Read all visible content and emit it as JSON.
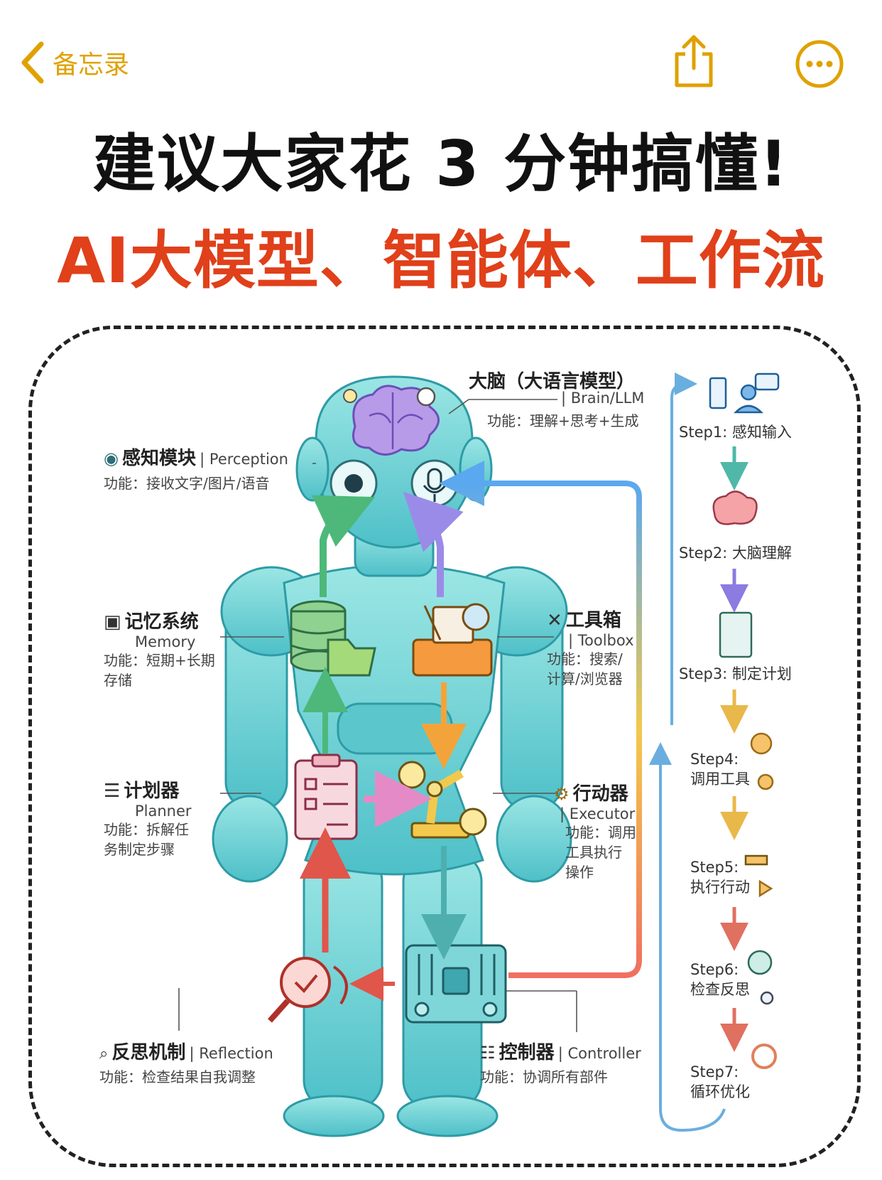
{
  "nav": {
    "back_label": "备忘录"
  },
  "headline": {
    "line1": "建议大家花 3 分钟搞懂!",
    "line2": "AI大模型、智能体、工作流"
  },
  "labels": {
    "brain": {
      "zh": "大脑（大语言模型）",
      "en": "| Brain/LLM",
      "desc": "功能：理解+思考+生成"
    },
    "perception": {
      "zh": "感知模块",
      "en": "| Perception",
      "desc": "功能：接收文字/图片/语音"
    },
    "memory": {
      "zh": "记忆系统",
      "en": "Memory",
      "desc1": "功能：短期+长期",
      "desc2": "存储"
    },
    "toolbox": {
      "zh": "工具箱",
      "en": "| Toolbox",
      "desc1": "功能：搜索/",
      "desc2": "计算/浏览器"
    },
    "planner": {
      "zh": "计划器",
      "en": "Planner",
      "desc1": "功能：拆解任",
      "desc2": "务制定步骤"
    },
    "executor": {
      "zh": "行动器",
      "en": "| Executor",
      "desc1": "功能：调用",
      "desc2": "工具执行",
      "desc3": "操作"
    },
    "reflection": {
      "zh": "反思机制",
      "en": "| Reflection",
      "desc": "功能：检查结果自我调整"
    },
    "controller": {
      "zh": "控制器",
      "en": "| Controller",
      "desc": "功能：协调所有部件"
    }
  },
  "steps": [
    {
      "label": "Step1: 感知输入"
    },
    {
      "label": "Step2: 大脑理解"
    },
    {
      "label": "Step3: 制定计划"
    },
    {
      "label1": "Step4:",
      "label2": "调用工具"
    },
    {
      "label1": "Step5:",
      "label2": "执行行动"
    },
    {
      "label1": "Step6:",
      "label2": "检查反思"
    },
    {
      "label1": "Step7:",
      "label2": "循环优化"
    }
  ],
  "colors": {
    "accent": "#E0A100",
    "title_red": "#E0401A",
    "robot": "#6FD3D6",
    "robot_dark": "#2E9BA6"
  }
}
